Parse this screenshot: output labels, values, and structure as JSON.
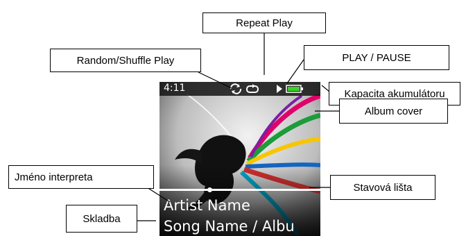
{
  "labels": {
    "repeat_play": "Repeat Play",
    "shuffle_play": "Random/Shuffle Play",
    "play_pause": "PLAY / PAUSE",
    "battery": "Kapacita akumulátoru",
    "album_cover": "Album cover",
    "artist": "Jméno interpreta",
    "status_bar": "Stavová lišta",
    "track": "Skladba"
  },
  "screen": {
    "time": "4:11",
    "artist_name": "Artist Name",
    "song_name": "Song Name / Albu",
    "progress_fraction": 0.31
  },
  "icons": {
    "shuffle": "shuffle-icon",
    "repeat": "repeat-icon",
    "play": "play-icon",
    "battery": "battery-icon"
  },
  "colors": {
    "battery_fill": "#3ecf2a",
    "screen_text": "#ffffff"
  }
}
